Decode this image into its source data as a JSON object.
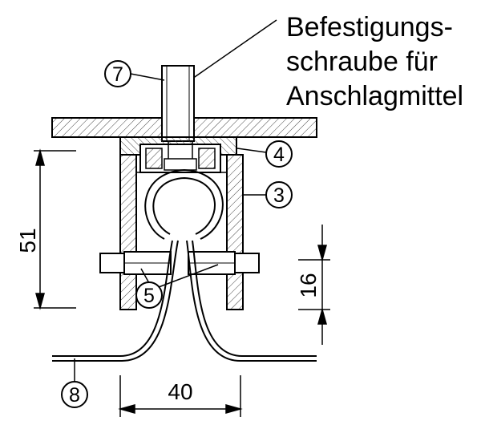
{
  "caption_lines": [
    "Befestigungs-",
    "schraube für",
    "Anschlagmittel"
  ],
  "callouts": {
    "p7": "7",
    "p4": "4",
    "p3": "3",
    "p5": "5",
    "p8": "8"
  },
  "dimensions": {
    "height": "51",
    "gap": "16",
    "width": "40"
  }
}
